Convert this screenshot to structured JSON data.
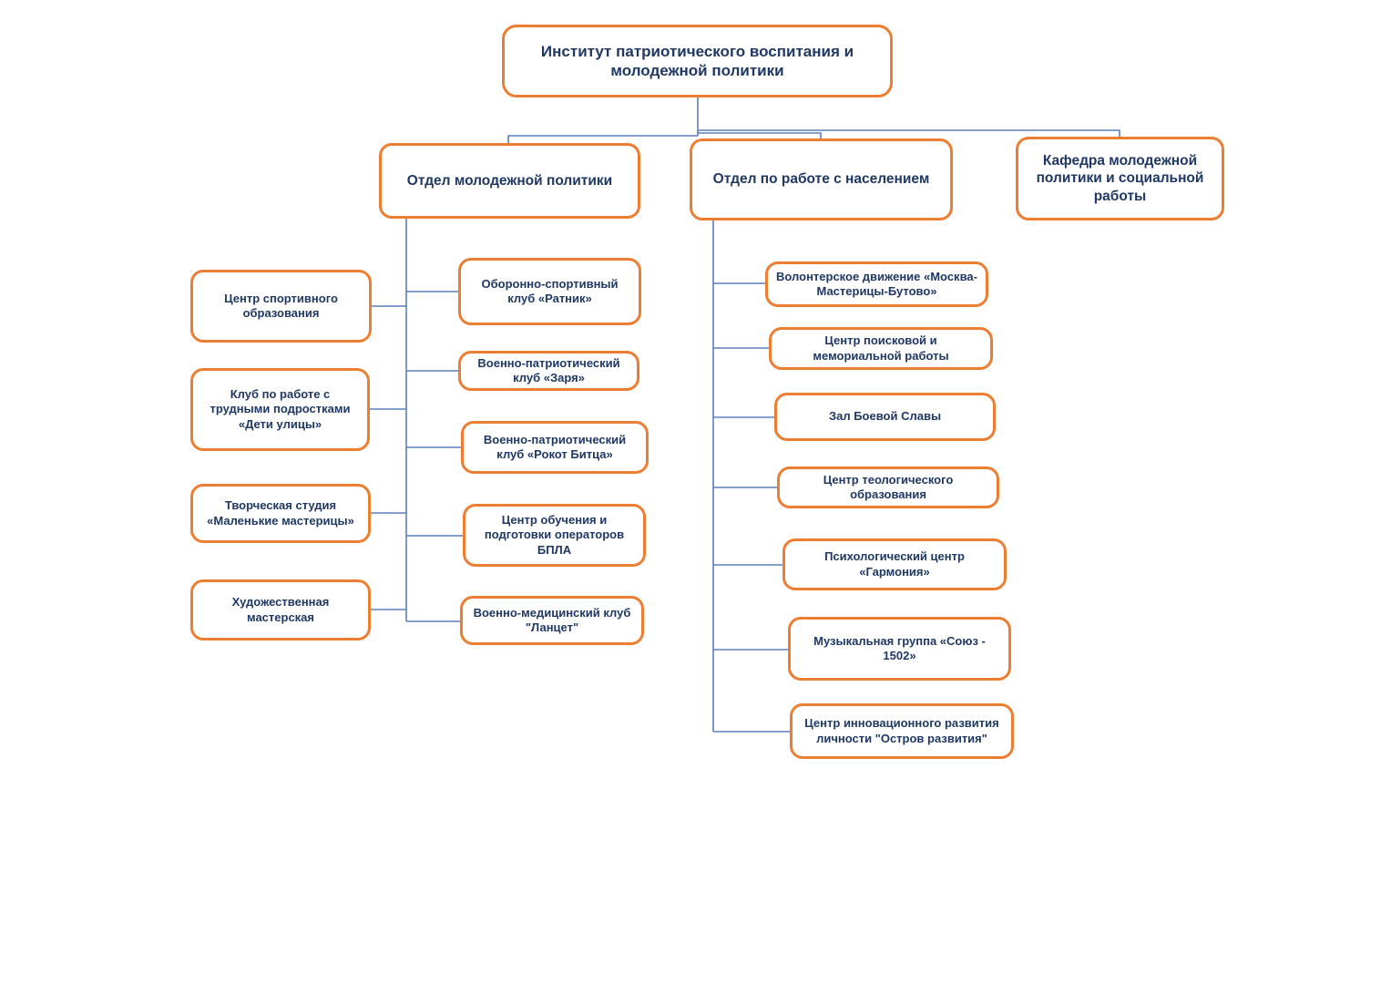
{
  "colors": {
    "box_border": "#ED7D31",
    "text": "#1F3864",
    "connector": "#5B7FBD",
    "background": "#FFFFFF"
  },
  "nodes": {
    "root": {
      "label": "Институт патриотического воспитания и молодежной политики"
    },
    "dept_youth": {
      "label": "Отдел молодежной политики"
    },
    "dept_population": {
      "label": "Отдел по работе с населением"
    },
    "dept_chair": {
      "label": "Кафедра молодежной политики и социальной работы"
    },
    "youth_left": [
      {
        "label": "Центр спортивного образования"
      },
      {
        "label": "Клуб по работе с трудными подростками «Дети улицы»"
      },
      {
        "label": "Творческая студия «Маленькие мастерицы»"
      },
      {
        "label": "Художественная мастерская"
      }
    ],
    "youth_right": [
      {
        "label": "Оборонно-спортивный клуб «Ратник»"
      },
      {
        "label": "Военно-патриотический клуб «Заря»"
      },
      {
        "label": "Военно-патриотический клуб «Рокот Битца»"
      },
      {
        "label": "Центр обучения и подготовки операторов БПЛА"
      },
      {
        "label": "Военно-медицинский клуб \"Ланцет\""
      }
    ],
    "population_children": [
      {
        "label": "Волонтерское движение «Москва-Мастерицы-Бутово»"
      },
      {
        "label": "Центр поисковой и мемориальной работы"
      },
      {
        "label": "Зал Боевой Славы"
      },
      {
        "label": "Центр теологического образования"
      },
      {
        "label": "Психологический центр «Гармония»"
      },
      {
        "label": "Музыкальная группа «Союз - 1502»"
      },
      {
        "label": "Центр инновационного развития личности \"Остров развития\""
      }
    ]
  }
}
